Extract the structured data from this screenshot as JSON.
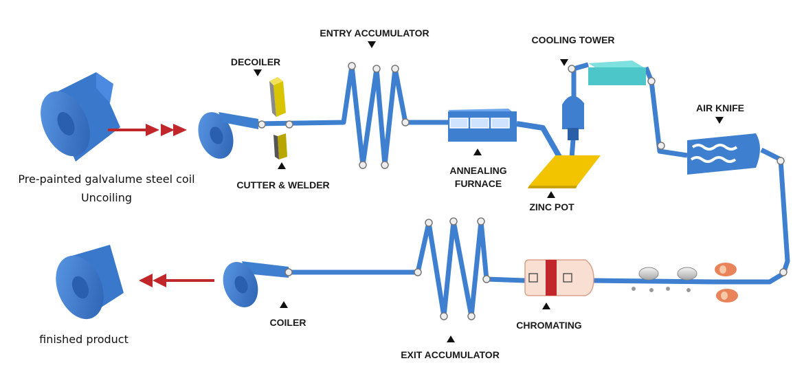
{
  "labels": {
    "source_caption_line1": "Pre-painted galvalume steel coil",
    "source_caption_line2": "Uncoiling",
    "product_caption": "finished product",
    "decoiler": "DECOILER",
    "cutter_welder": "CUTTER & WELDER",
    "entry_accumulator": "ENTRY ACCUMULATOR",
    "annealing_line1": "ANNEALING",
    "annealing_line2": "FURNACE",
    "zinc_pot": "ZINC POT",
    "cooling_tower": "COOLING TOWER",
    "air_knife": "AIR KNIFE",
    "chromating": "CHROMATING",
    "exit_accumulator": "EXIT ACCUMULATOR",
    "coiler": "COILER"
  },
  "colors": {
    "strip_blue": "#3f7fd0",
    "strip_dark": "#2a5fa8",
    "arrow_red": "#c0262a",
    "zinc_yellow": "#f2c400",
    "cooling_cyan": "#4cc6c8",
    "chromating_red": "#c0262a",
    "roller_orange": "#e8835a"
  }
}
